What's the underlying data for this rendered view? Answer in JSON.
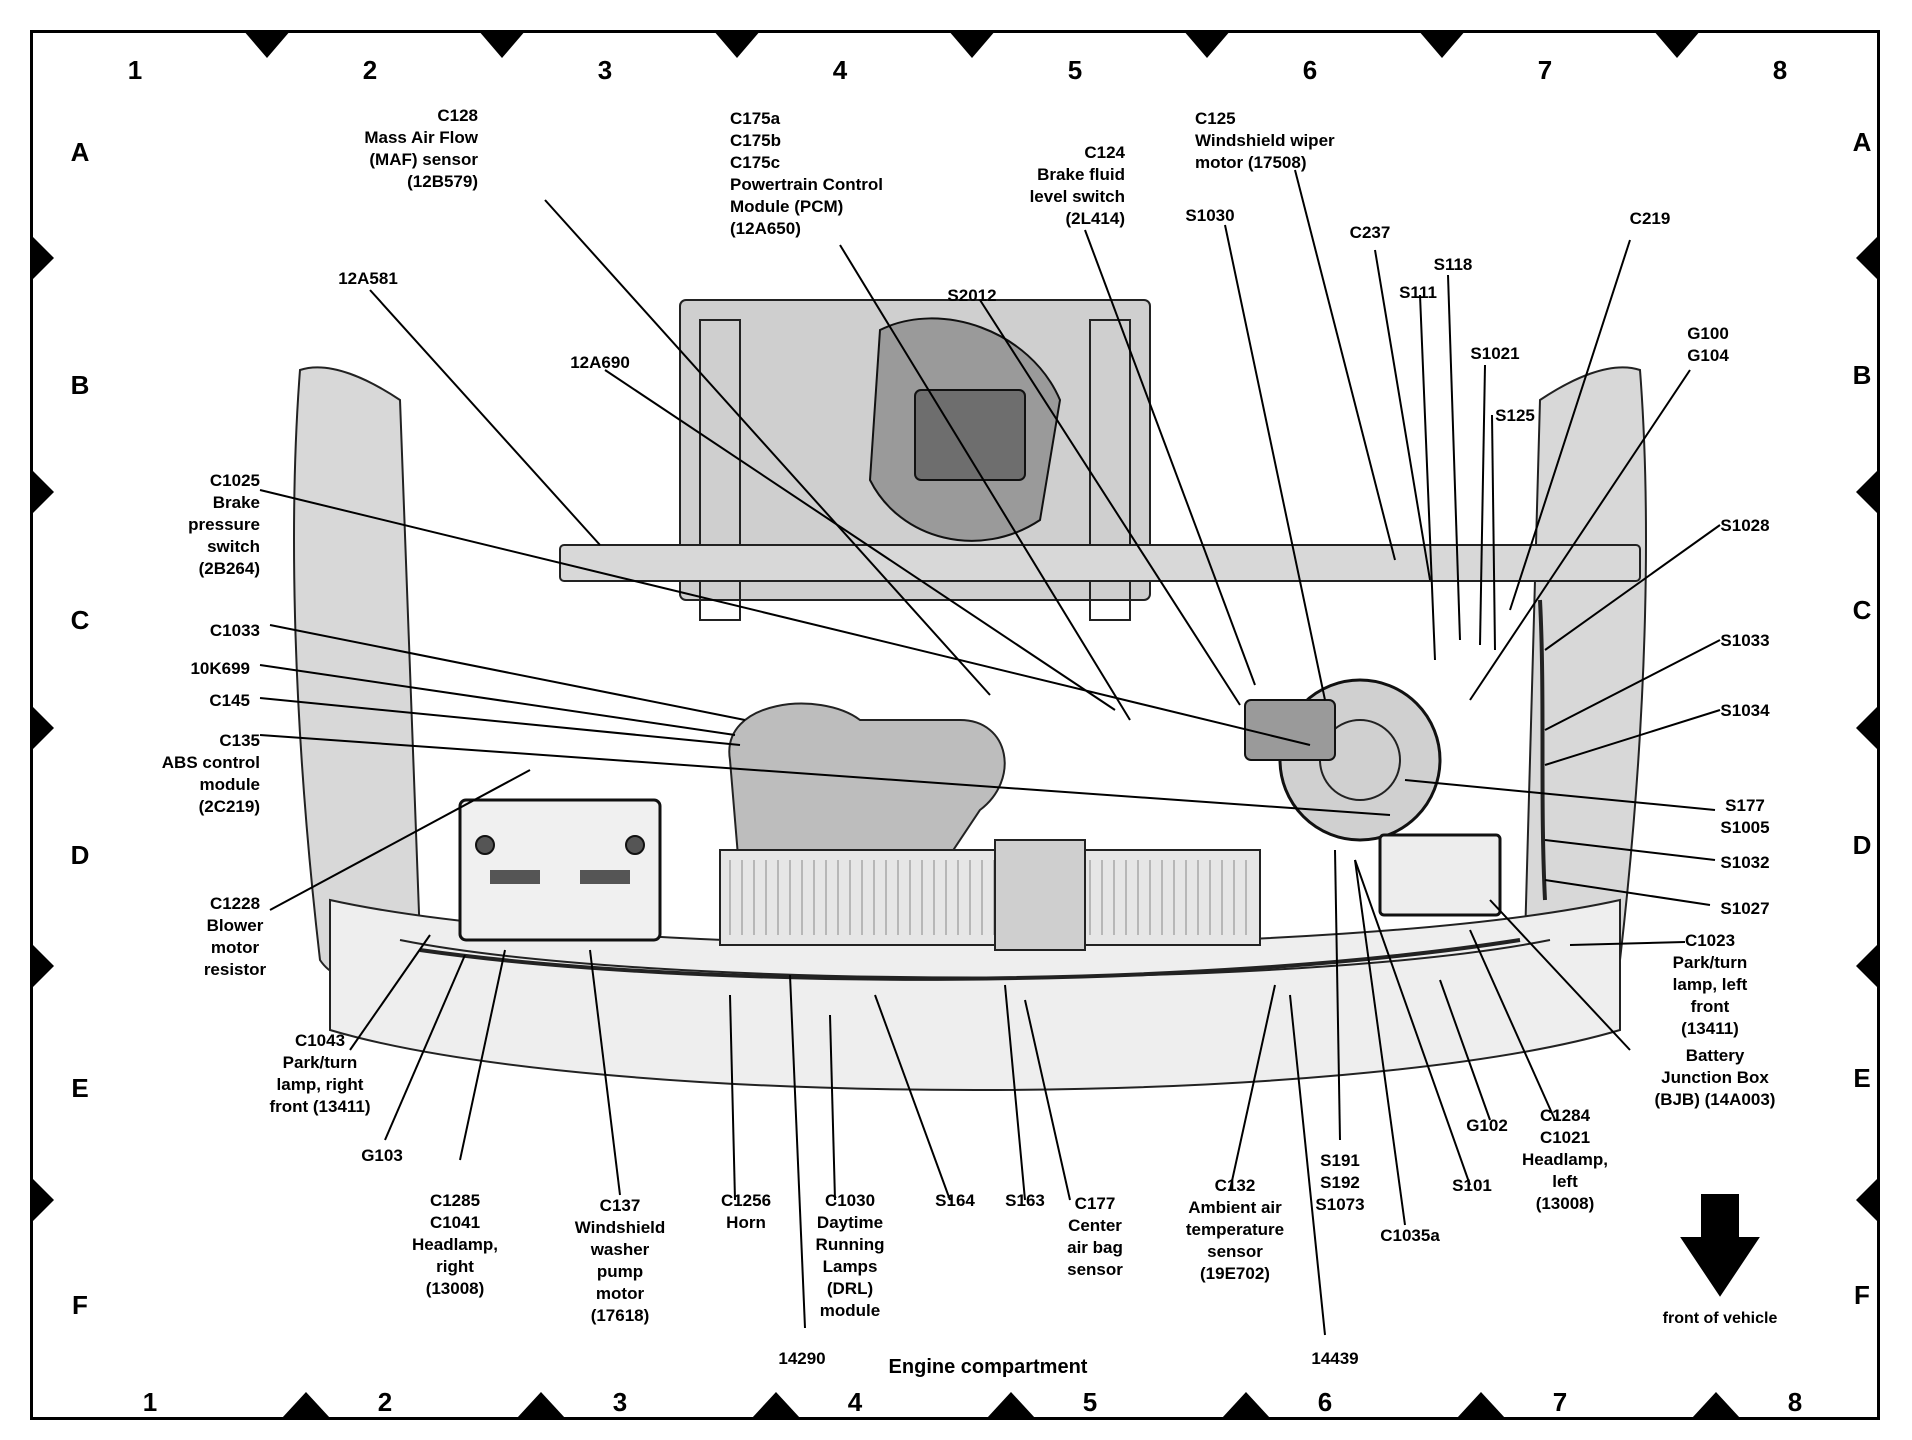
{
  "grid": {
    "columns": [
      "1",
      "2",
      "3",
      "4",
      "5",
      "6",
      "7",
      "8"
    ],
    "rows": [
      "A",
      "B",
      "C",
      "D",
      "E",
      "F"
    ]
  },
  "caption": "Engine compartment",
  "front_of_vehicle": "front of vehicle",
  "callouts": [
    {
      "id": "c128",
      "lines": [
        "C128",
        "Mass Air Flow",
        "(MAF) sensor",
        "(12B579)"
      ]
    },
    {
      "id": "c175",
      "lines": [
        "C175a",
        "C175b",
        "C175c",
        "Powertrain Control",
        "Module (PCM)",
        "(12A650)"
      ]
    },
    {
      "id": "c124",
      "lines": [
        "C124",
        "Brake fluid",
        "level switch",
        "(2L414)"
      ]
    },
    {
      "id": "c125",
      "lines": [
        "C125",
        "Windshield wiper",
        "motor (17508)"
      ]
    },
    {
      "id": "s1030",
      "lines": [
        "S1030"
      ]
    },
    {
      "id": "c237",
      "lines": [
        "C237"
      ]
    },
    {
      "id": "c219",
      "lines": [
        "C219"
      ]
    },
    {
      "id": "s118",
      "lines": [
        "S118"
      ]
    },
    {
      "id": "s111",
      "lines": [
        "S111"
      ]
    },
    {
      "id": "s2012",
      "lines": [
        "S2012"
      ]
    },
    {
      "id": "a12a581",
      "lines": [
        "12A581"
      ]
    },
    {
      "id": "a12a690",
      "lines": [
        "12A690"
      ]
    },
    {
      "id": "s1021",
      "lines": [
        "S1021"
      ]
    },
    {
      "id": "g100",
      "lines": [
        "G100",
        "G104"
      ]
    },
    {
      "id": "s125",
      "lines": [
        "S125"
      ]
    },
    {
      "id": "c1025",
      "lines": [
        "C1025",
        "Brake",
        "pressure",
        "switch",
        "(2B264)"
      ]
    },
    {
      "id": "s1028",
      "lines": [
        "S1028"
      ]
    },
    {
      "id": "c1033",
      "lines": [
        "C1033"
      ]
    },
    {
      "id": "s1033",
      "lines": [
        "S1033"
      ]
    },
    {
      "id": "a10k699",
      "lines": [
        "10K699"
      ]
    },
    {
      "id": "c145",
      "lines": [
        "C145"
      ]
    },
    {
      "id": "s1034",
      "lines": [
        "S1034"
      ]
    },
    {
      "id": "c135",
      "lines": [
        "C135",
        "ABS control",
        "module",
        "(2C219)"
      ]
    },
    {
      "id": "s177",
      "lines": [
        "S177",
        "S1005"
      ]
    },
    {
      "id": "s1032",
      "lines": [
        "S1032"
      ]
    },
    {
      "id": "c1228",
      "lines": [
        "C1228",
        "Blower",
        "motor",
        "resistor"
      ]
    },
    {
      "id": "s1027",
      "lines": [
        "S1027"
      ]
    },
    {
      "id": "c1023",
      "lines": [
        "C1023",
        "Park/turn",
        "lamp, left",
        "front",
        "(13411)"
      ]
    },
    {
      "id": "c1043",
      "lines": [
        "C1043",
        "Park/turn",
        "lamp, right",
        "front (13411)"
      ]
    },
    {
      "id": "bjb",
      "lines": [
        "Battery",
        "Junction Box",
        "(BJB) (14A003)"
      ]
    },
    {
      "id": "g103",
      "lines": [
        "G103"
      ]
    },
    {
      "id": "c1284",
      "lines": [
        "C1284",
        "C1021",
        "Headlamp,",
        "left",
        "(13008)"
      ]
    },
    {
      "id": "g102",
      "lines": [
        "G102"
      ]
    },
    {
      "id": "s191",
      "lines": [
        "S191",
        "S192",
        "S1073"
      ]
    },
    {
      "id": "s101",
      "lines": [
        "S101"
      ]
    },
    {
      "id": "c1285",
      "lines": [
        "C1285",
        "C1041",
        "Headlamp,",
        "right",
        "(13008)"
      ]
    },
    {
      "id": "c137",
      "lines": [
        "C137",
        "Windshield",
        "washer",
        "pump",
        "motor",
        "(17618)"
      ]
    },
    {
      "id": "c1256",
      "lines": [
        "C1256",
        "Horn"
      ]
    },
    {
      "id": "c1030",
      "lines": [
        "C1030",
        "Daytime",
        "Running",
        "Lamps",
        "(DRL)",
        "module"
      ]
    },
    {
      "id": "s164",
      "lines": [
        "S164"
      ]
    },
    {
      "id": "s163",
      "lines": [
        "S163"
      ]
    },
    {
      "id": "c177",
      "lines": [
        "C177",
        "Center",
        "air bag",
        "sensor"
      ]
    },
    {
      "id": "c132",
      "lines": [
        "C132",
        "Ambient air",
        "temperature",
        "sensor",
        "(19E702)"
      ]
    },
    {
      "id": "c1035a",
      "lines": [
        "C1035a"
      ]
    },
    {
      "id": "a14290",
      "lines": [
        "14290"
      ]
    },
    {
      "id": "a14439",
      "lines": [
        "14439"
      ]
    }
  ]
}
